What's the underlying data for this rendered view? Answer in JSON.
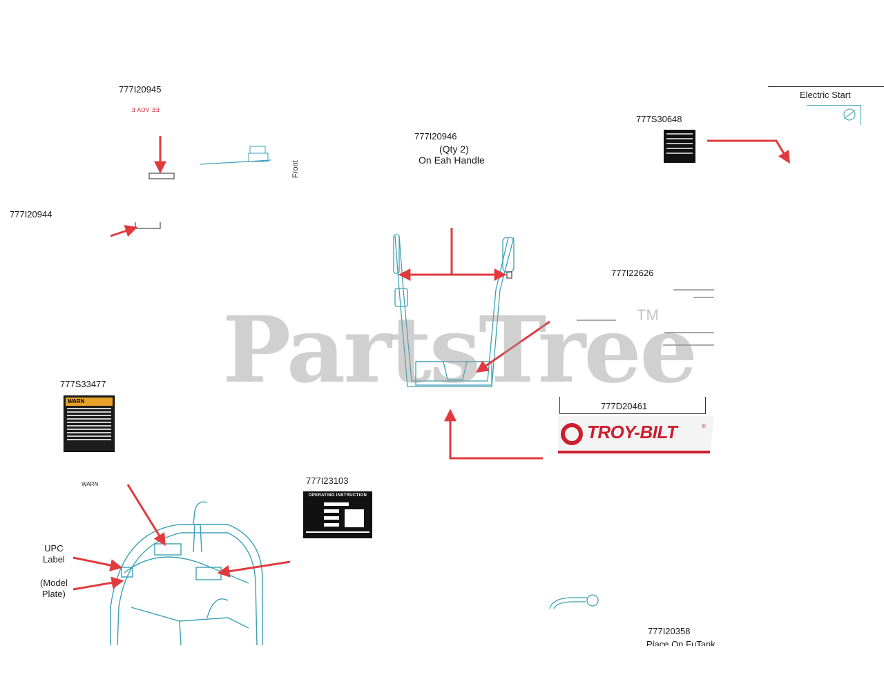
{
  "labels": {
    "p20945": "777I20945",
    "p20945_small": "EE VOA E",
    "front": "Front",
    "p20944": "777I20944",
    "p20946": "777I20946",
    "qty2": "(Qty 2)",
    "on_each_handle": "On Eah Handle",
    "p30648": "777S30648",
    "electric_start": "Electric Start",
    "p22626": "777I22626",
    "p33477": "777S33477",
    "warn_head": "WARN",
    "p20461": "777D20461",
    "troy_bilt": "TROY-BILT",
    "troy_reg": "®",
    "warn_small": "WARN",
    "upc_label": "UPC\nLabel",
    "model_plate": "(Model\nPlate)",
    "p23103": "777I23103",
    "op_head": "OPERATING INSTRUCTION",
    "p20358": "777I20358",
    "place_on_fuel": "Place On FuTank",
    "watermark": "PartsTree",
    "tm": "TM"
  },
  "colors": {
    "arrow": "#e03a3e",
    "line_art": "#3aa0b5",
    "brand_red": "#cc1f2f"
  }
}
